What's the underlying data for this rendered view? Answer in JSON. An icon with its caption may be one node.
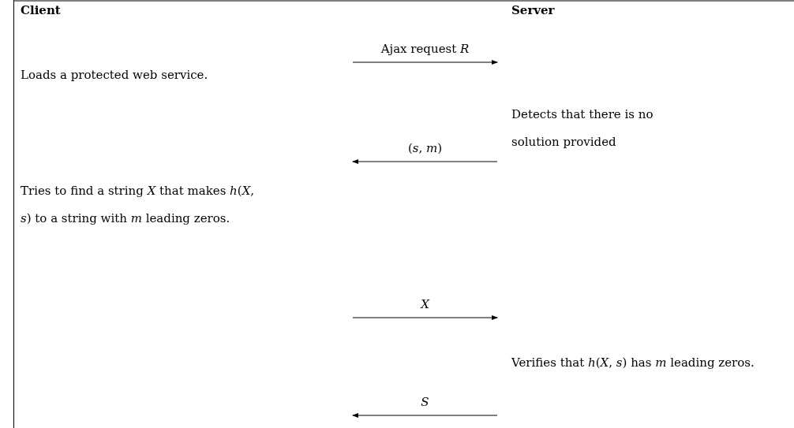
{
  "diagram": {
    "nodes": [
      {
        "text": [
          "Client"
        ]
      },
      {
        "text": [
          "Server"
        ]
      },
      {
        "text": [
          "Loads a protected web service."
        ],
        "in": 0
      },
      {
        "text": [
          "Detects that there is no solution provided"
        ],
        "in": 1
      },
      {
        "text": [
          "Tries to find a string *X* that makes *h*(*X*, *s*) to a string with *m* leading zeros."
        ],
        "in": 0
      },
      {
        "text": [
          "Verifies that *h*(*X*, *s*) has *m* leading zeros."
        ],
        "in": 1
      }
    ],
    "edges": [
      {
        "from": 0,
        "to": 1,
        "arrow": "to",
        "label": "Ajax request *R*"
      },
      {
        "from": 1,
        "to": 0,
        "arrow": "to",
        "label": "(*s*, *m*)"
      },
      {
        "from": 0,
        "to": 1,
        "arrow": "to",
        "label": "*X*"
      },
      {
        "from": 1,
        "to": 0,
        "arrow": "to",
        "label": "*S*"
      }
    ]
  }
}
